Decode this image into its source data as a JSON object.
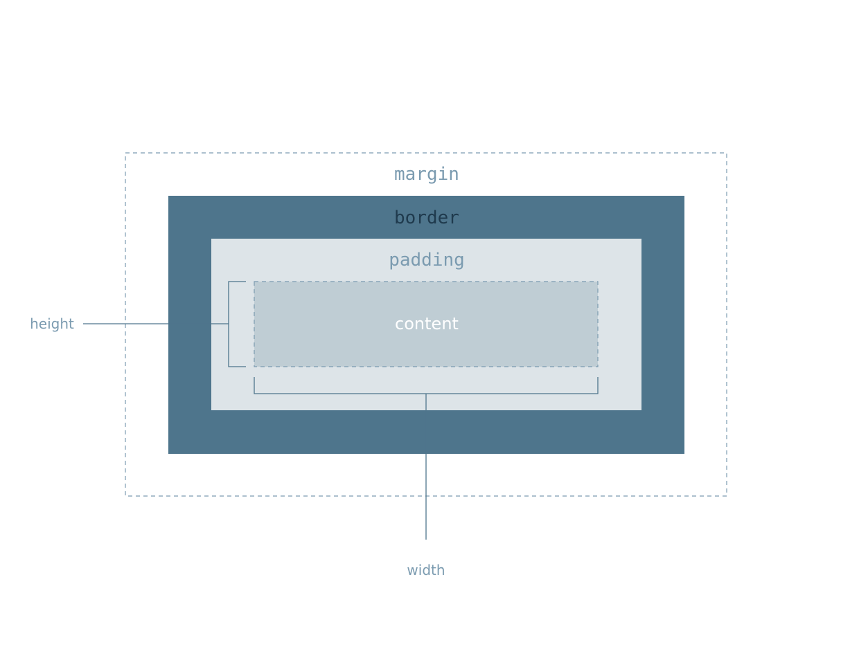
{
  "labels": {
    "margin": "margin",
    "border": "border",
    "padding": "padding",
    "content": "content",
    "height": "height",
    "width": "width"
  },
  "colors": {
    "margin_outline": "#7b9bb0",
    "margin_text": "#7b9bb0",
    "border_fill": "#4e758c",
    "border_text": "#1f3a4d",
    "padding_fill": "#dde4e8",
    "padding_text": "#7b9bb0",
    "content_fill": "#bfcdd4",
    "content_outline": "#7b9bb0",
    "content_text": "#ffffff",
    "dimension_line": "#4e758c",
    "dimension_text": "#7b9bb0"
  }
}
